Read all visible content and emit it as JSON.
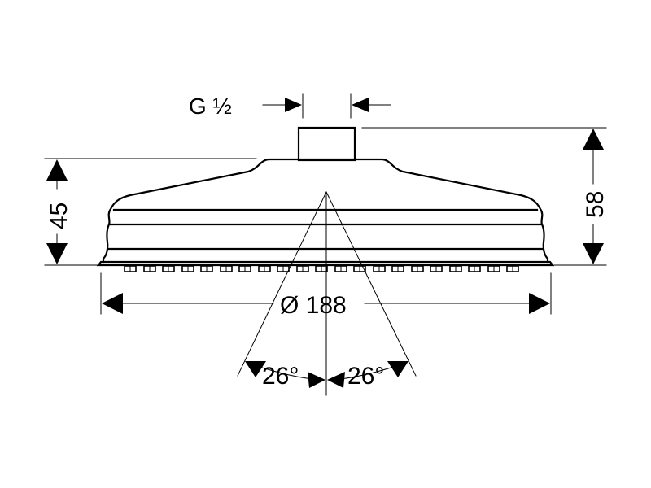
{
  "dimensions": {
    "thread": "G ½",
    "diameter": "Ø 188",
    "height_body": "45",
    "height_total": "58",
    "angle_left": "26°",
    "angle_right": "26°"
  },
  "colors": {
    "line": "#000000",
    "background": "#ffffff"
  }
}
